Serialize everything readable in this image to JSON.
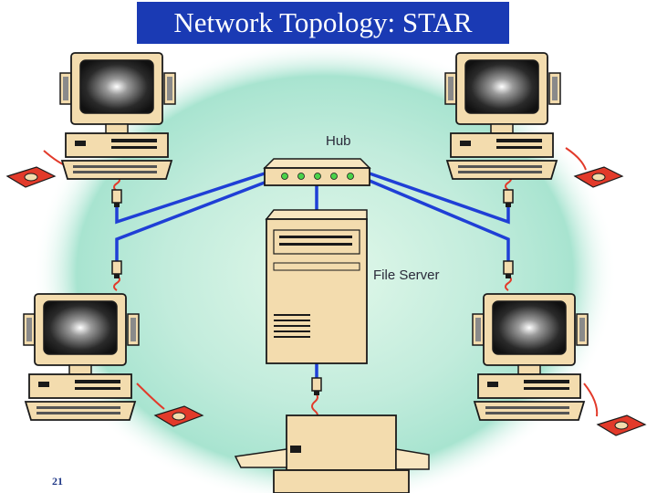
{
  "slide": {
    "title": "Network Topology: STAR",
    "page_number": "21"
  },
  "diagram": {
    "hub_label": "Hub",
    "file_server_label": "File Server"
  },
  "colors": {
    "title_bg": "#1a3ab4",
    "title_text": "#ffffff",
    "cable": "#1f3fd6",
    "glow_center": "#d8f3e6",
    "glow_edge": "#9ee2cf",
    "device_beige": "#f3dcae",
    "device_outline": "#1a1a1a",
    "mouse_pad": "#e23a2a"
  }
}
